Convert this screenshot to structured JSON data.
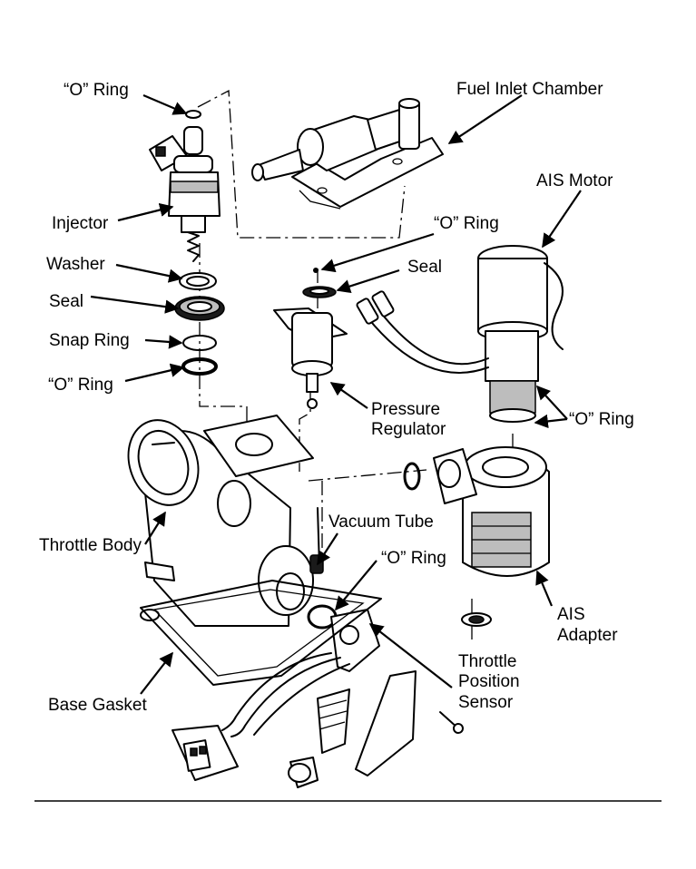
{
  "labels": {
    "o_ring_top": "“O” Ring",
    "fuel_inlet_chamber": "Fuel Inlet Chamber",
    "ais_motor": "AIS Motor",
    "injector": "Injector",
    "o_ring_mid": "“O” Ring",
    "seal_right": "Seal",
    "washer": "Washer",
    "seal_left": "Seal",
    "snap_ring": "Snap Ring",
    "o_ring_left": "“O” Ring",
    "pressure_regulator_1": "Pressure",
    "pressure_regulator_2": "Regulator",
    "o_ring_ais": "“O” Ring",
    "vacuum_tube": "Vacuum Tube",
    "throttle_body": "Throttle Body",
    "o_ring_lower": "“O” Ring",
    "ais_adapter_1": "AIS",
    "ais_adapter_2": "Adapter",
    "throttle_position_1": "Throttle",
    "throttle_position_2": "Position",
    "throttle_position_3": "Sensor",
    "base_gasket": "Base Gasket"
  }
}
